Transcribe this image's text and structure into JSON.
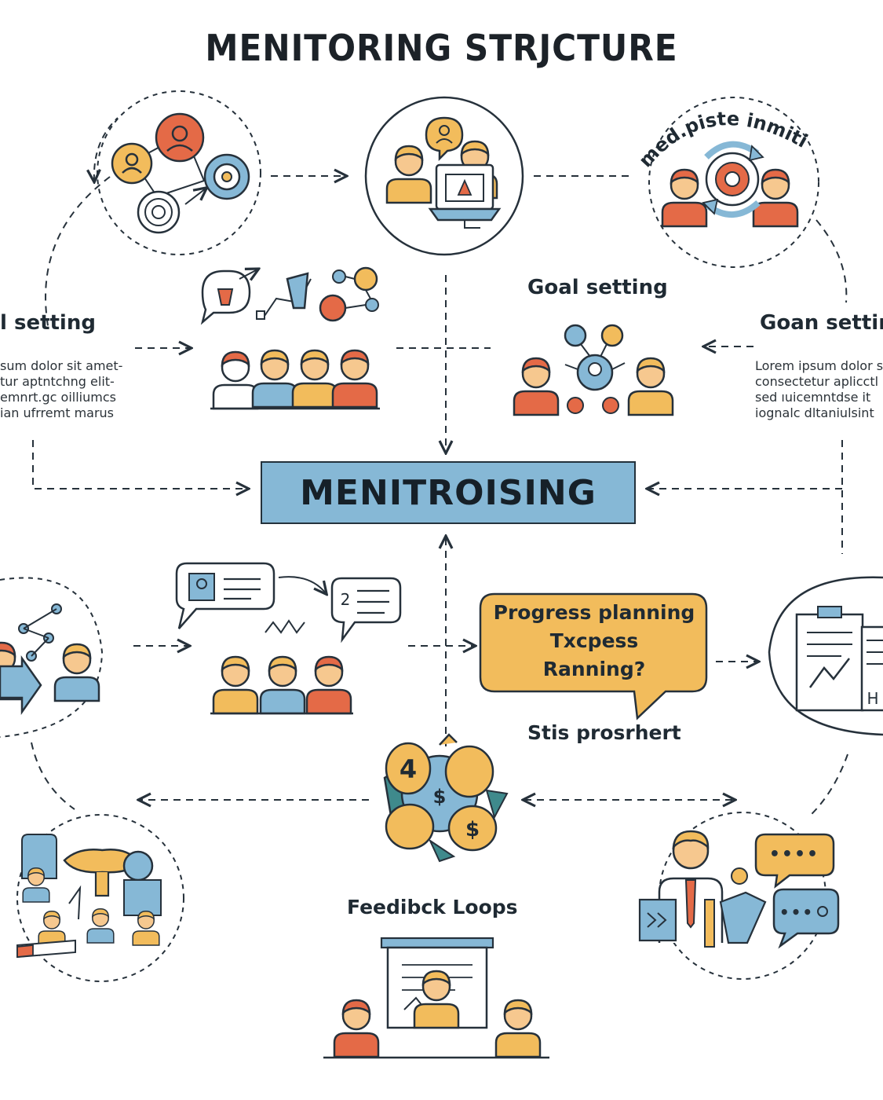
{
  "title": "MENITORING STRJCTURE",
  "center_box_label": "MENITROISING",
  "labels": {
    "curved_top_right": "med.piste inmiting",
    "goal_setting_center": "Goal setting",
    "goal_setting_left": "l setting",
    "goal_setting_right": "Goan settir",
    "stis_prosrhert": "Stis prosrhert",
    "feedback_loops": "Feedibck Loops"
  },
  "left_paragraph": [
    "sum dolor sit amet-",
    "tur aptntchng elit-",
    "emnrt.gc oilliumcs",
    "ian ufrremt marus"
  ],
  "right_paragraph": [
    "Lorem ipsum dolor s",
    "consectetur aplicctl",
    "sed ıuicemntdse it",
    "iognalc dltaniulsint"
  ],
  "progress_bubble": {
    "lines": [
      "Progress planning",
      "Txcpess",
      "Ranning?"
    ]
  },
  "icon_glyphs": {
    "coin_number": "4",
    "coin_symbol": "$",
    "chat_number": "2",
    "chat_dots": "••••",
    "chat_dots_small": "•••",
    "doc_letter": "H"
  },
  "colors": {
    "orange": "#e46a47",
    "yellow": "#f2bc5c",
    "blue": "#86b8d6",
    "teal": "#3f8a8c",
    "ink": "#26313b",
    "skin": "#f6c88f"
  }
}
